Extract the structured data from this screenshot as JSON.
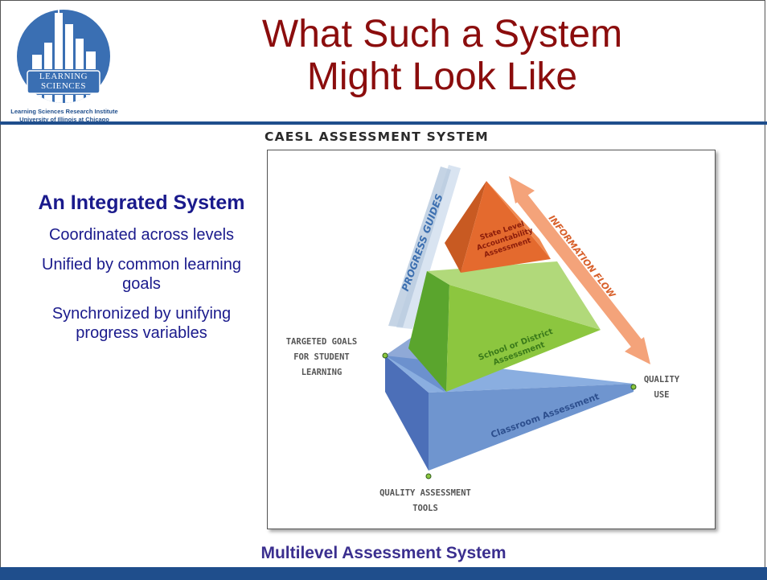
{
  "logo": {
    "name": "LEARNING SCIENCES",
    "line1": "LEARNING",
    "line2": "SCIENCES",
    "institute": "Learning Sciences Research Institute",
    "university": "University of Illinois at Chicago"
  },
  "title": {
    "line1": "What Such a System",
    "line2": "Might Look Like"
  },
  "figure": {
    "heading": "CAESL ASSESSMENT SYSTEM",
    "levels": {
      "top_line1": "State Level",
      "top_line2": "Accountability",
      "top_line3": "Assessment",
      "middle_line1": "School or District",
      "middle_line2": "Assessment",
      "bottom": "Classroom Assessment"
    },
    "arrows": {
      "progress": "PROGRESS GUIDES",
      "information": "INFORMATION FLOW"
    },
    "callouts": {
      "goals_line1": "TARGETED GOALS",
      "goals_line2": "FOR STUDENT",
      "goals_line3": "LEARNING",
      "use_line1": "QUALITY",
      "use_line2": "USE",
      "tools_line1": "QUALITY ASSESSMENT",
      "tools_line2": "TOOLS"
    },
    "colors": {
      "top": "#e46a2e",
      "middle": "#8cc63f",
      "bottom": "#6f95cf",
      "arrow": "#f4a37a",
      "progress": "#c9d8ea"
    }
  },
  "left_panel": {
    "heading": "An Integrated System",
    "items": [
      "Coordinated across levels",
      "Unified by common learning goals",
      "Synchronized by unifying progress variables"
    ]
  },
  "caption": "Multilevel Assessment System",
  "theme": {
    "title_color": "#8b0d0d",
    "accent": "#1f4e8c",
    "text_blue": "#1a1a8c"
  }
}
